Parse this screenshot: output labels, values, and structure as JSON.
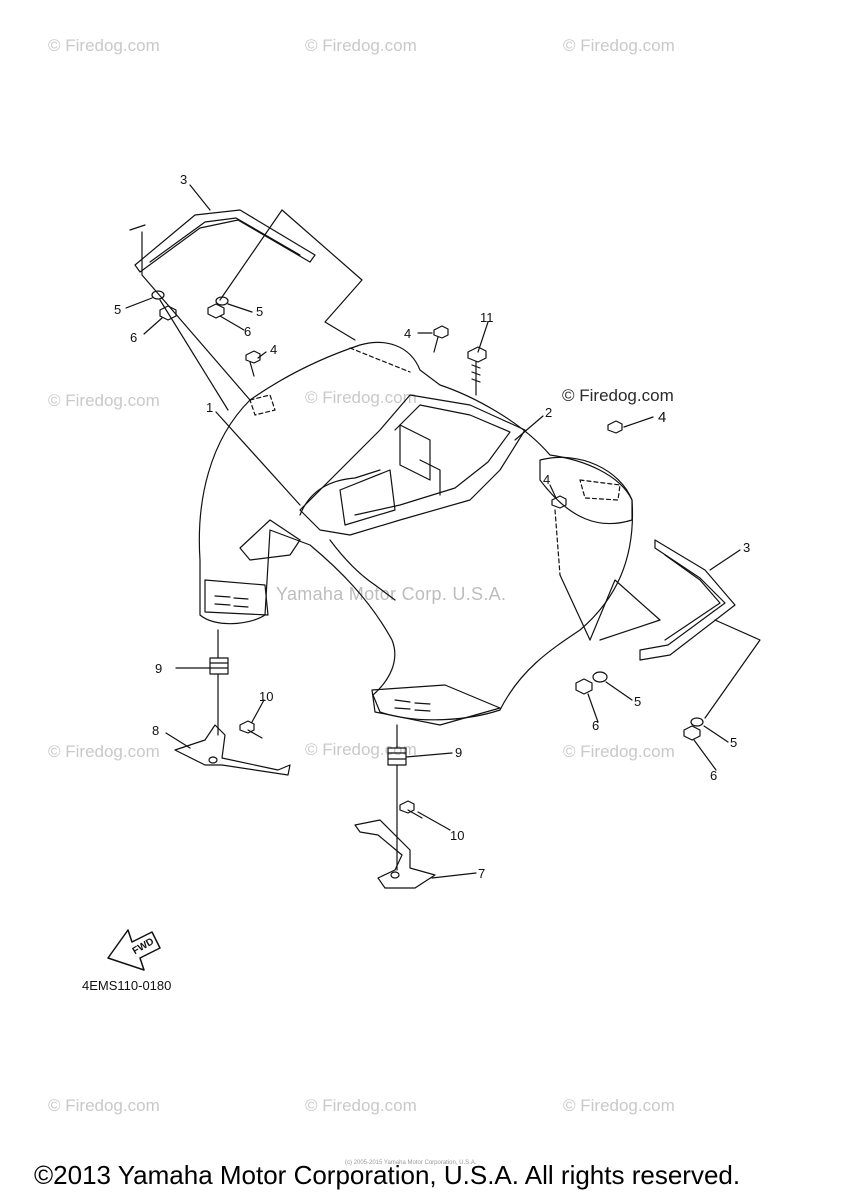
{
  "watermark": "© Firedog.com",
  "watermark_clear": "© Firedog.com",
  "center_watermark": "Yamaha Motor Corp. U.S.A.",
  "callouts": [
    "1",
    "2",
    "3",
    "3",
    "4",
    "4",
    "4",
    "4",
    "5",
    "5",
    "5",
    "5",
    "6",
    "6",
    "6",
    "6",
    "7",
    "8",
    "9",
    "9",
    "10",
    "10",
    "11"
  ],
  "fwd_label": "FWD",
  "figure_code": "4EMS110-0180",
  "tiny_credit": "(c) 2005-2015 Yamaha Motor Corporation, U.S.A.",
  "copyright": "©2013 Yamaha Motor Corporation, U.S.A. All rights reserved."
}
